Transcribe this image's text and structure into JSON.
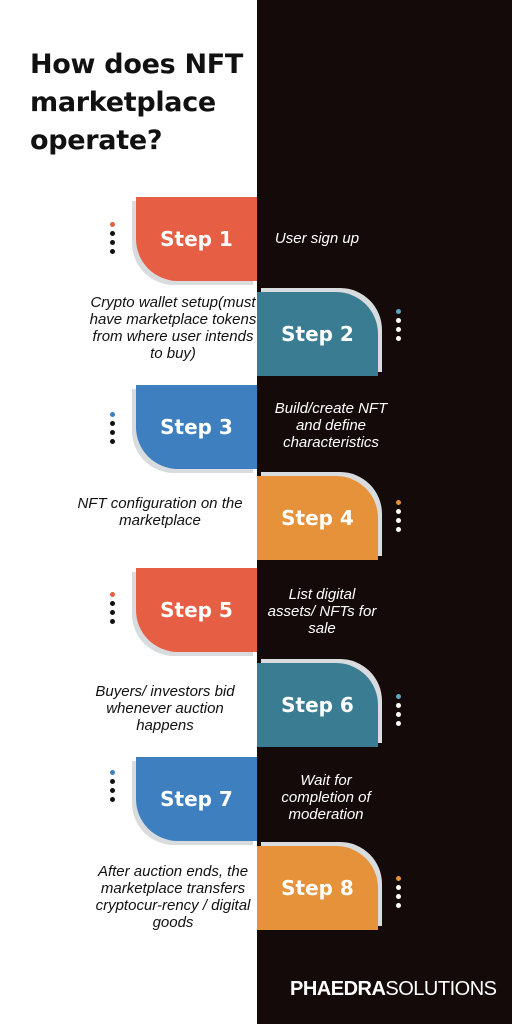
{
  "title": "How does NFT marketplace operate?",
  "colors": {
    "red": "#e65f45",
    "teal": "#3a7d93",
    "blue": "#3e7fbf",
    "orange": "#e5923a",
    "dark": "#150a0a"
  },
  "steps": [
    {
      "label": "Step 1",
      "description": "User sign up"
    },
    {
      "label": "Step 2",
      "description": "Crypto wallet setup(must have marketplace tokens from where user intends to buy)"
    },
    {
      "label": "Step 3",
      "description": "Build/create NFT and define characteristics"
    },
    {
      "label": "Step 4",
      "description": "NFT configuration on the marketplace"
    },
    {
      "label": "Step 5",
      "description": "List digital assets/ NFTs for sale"
    },
    {
      "label": "Step 6",
      "description": "Buyers/ investors bid whenever auction happens"
    },
    {
      "label": "Step 7",
      "description": "Wait for completion of moderation"
    },
    {
      "label": "Step 8",
      "description": "After auction ends, the marketplace transfers cryptocur-rency / digital goods"
    }
  ],
  "brand": {
    "bold": "PHAEDRA",
    "light": "SOLUTIONS"
  }
}
